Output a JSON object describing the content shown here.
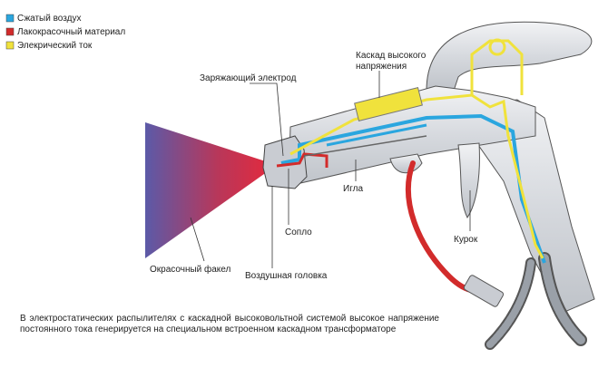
{
  "legend": [
    {
      "label": "Сжатый воздух",
      "color": "#2aa6df"
    },
    {
      "label": "Лакокрасочный материал",
      "color": "#d22b2b"
    },
    {
      "label": "Элекрический ток",
      "color": "#f0e23c"
    }
  ],
  "labels": {
    "charging_electrode": "Заряжающий электрод",
    "cascade_line1": "Каскад высокого",
    "cascade_line2": "напряжения",
    "needle": "Игла",
    "nozzle": "Сопло",
    "trigger": "Курок",
    "spray_torch": "Окрасочный факел",
    "air_cap": "Воздушная головка"
  },
  "caption": "В электростатических распылителях с каскадной высоковольтной системой высокое напряжение постоянного тока генерируется на специальном встроенном каскадном трансформаторе",
  "colors": {
    "air": "#2aa6df",
    "paint": "#d22b2b",
    "current": "#f0e23c",
    "torch_start": "#e8283a",
    "torch_end": "#5b5aa8",
    "body": "#dfe2e6",
    "outline": "#444444"
  }
}
